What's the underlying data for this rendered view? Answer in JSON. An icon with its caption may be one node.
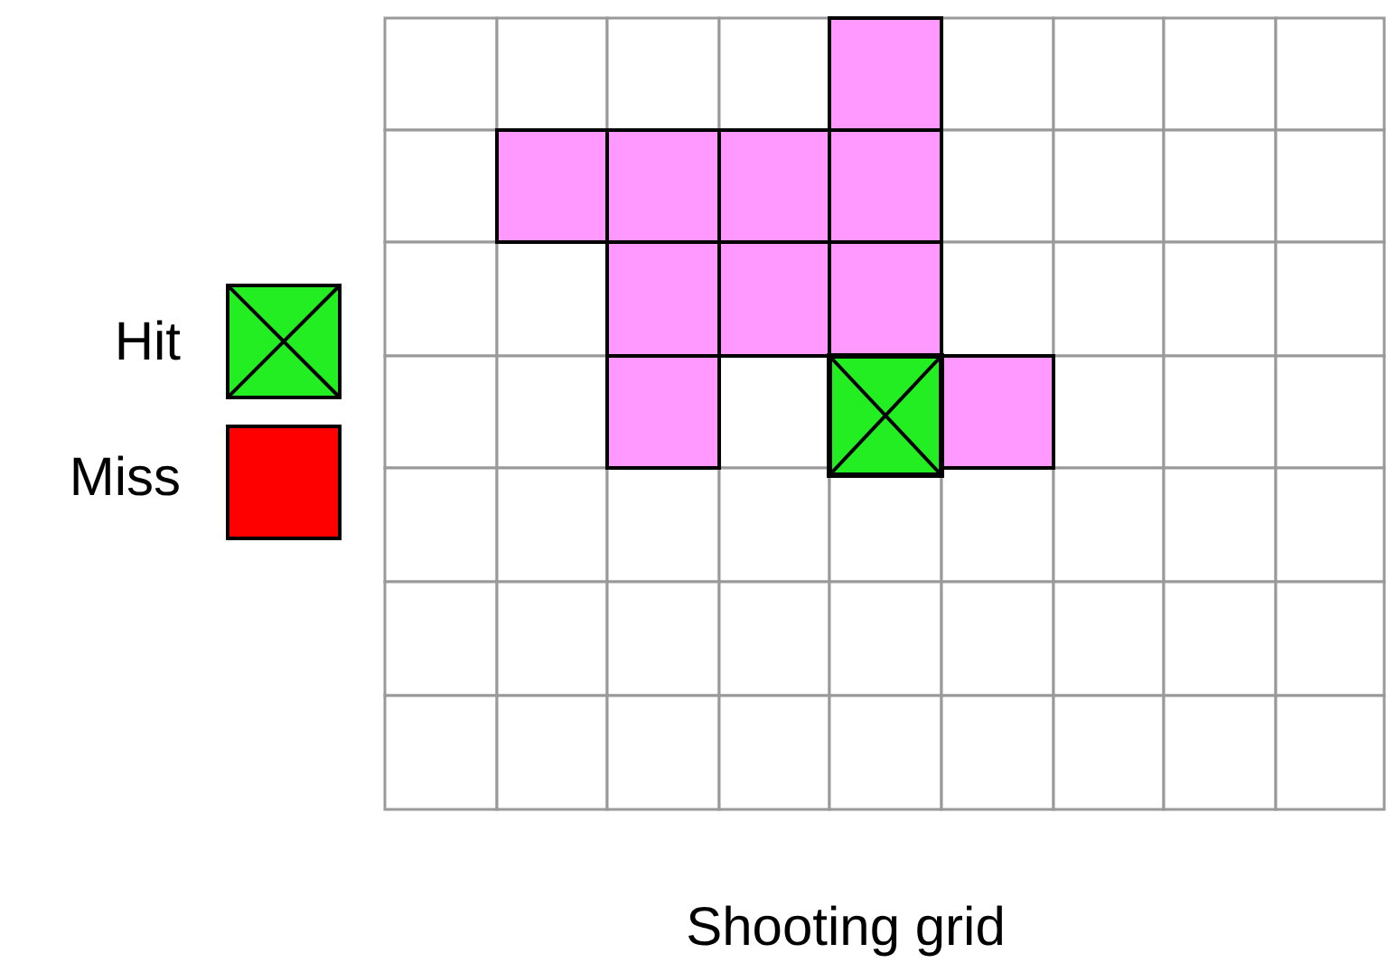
{
  "diagram": {
    "caption": "Shooting grid",
    "legend": [
      {
        "text": "Hit",
        "color": "#22ee22"
      },
      {
        "text": "Miss",
        "color": "#ff0000"
      }
    ]
  }
}
